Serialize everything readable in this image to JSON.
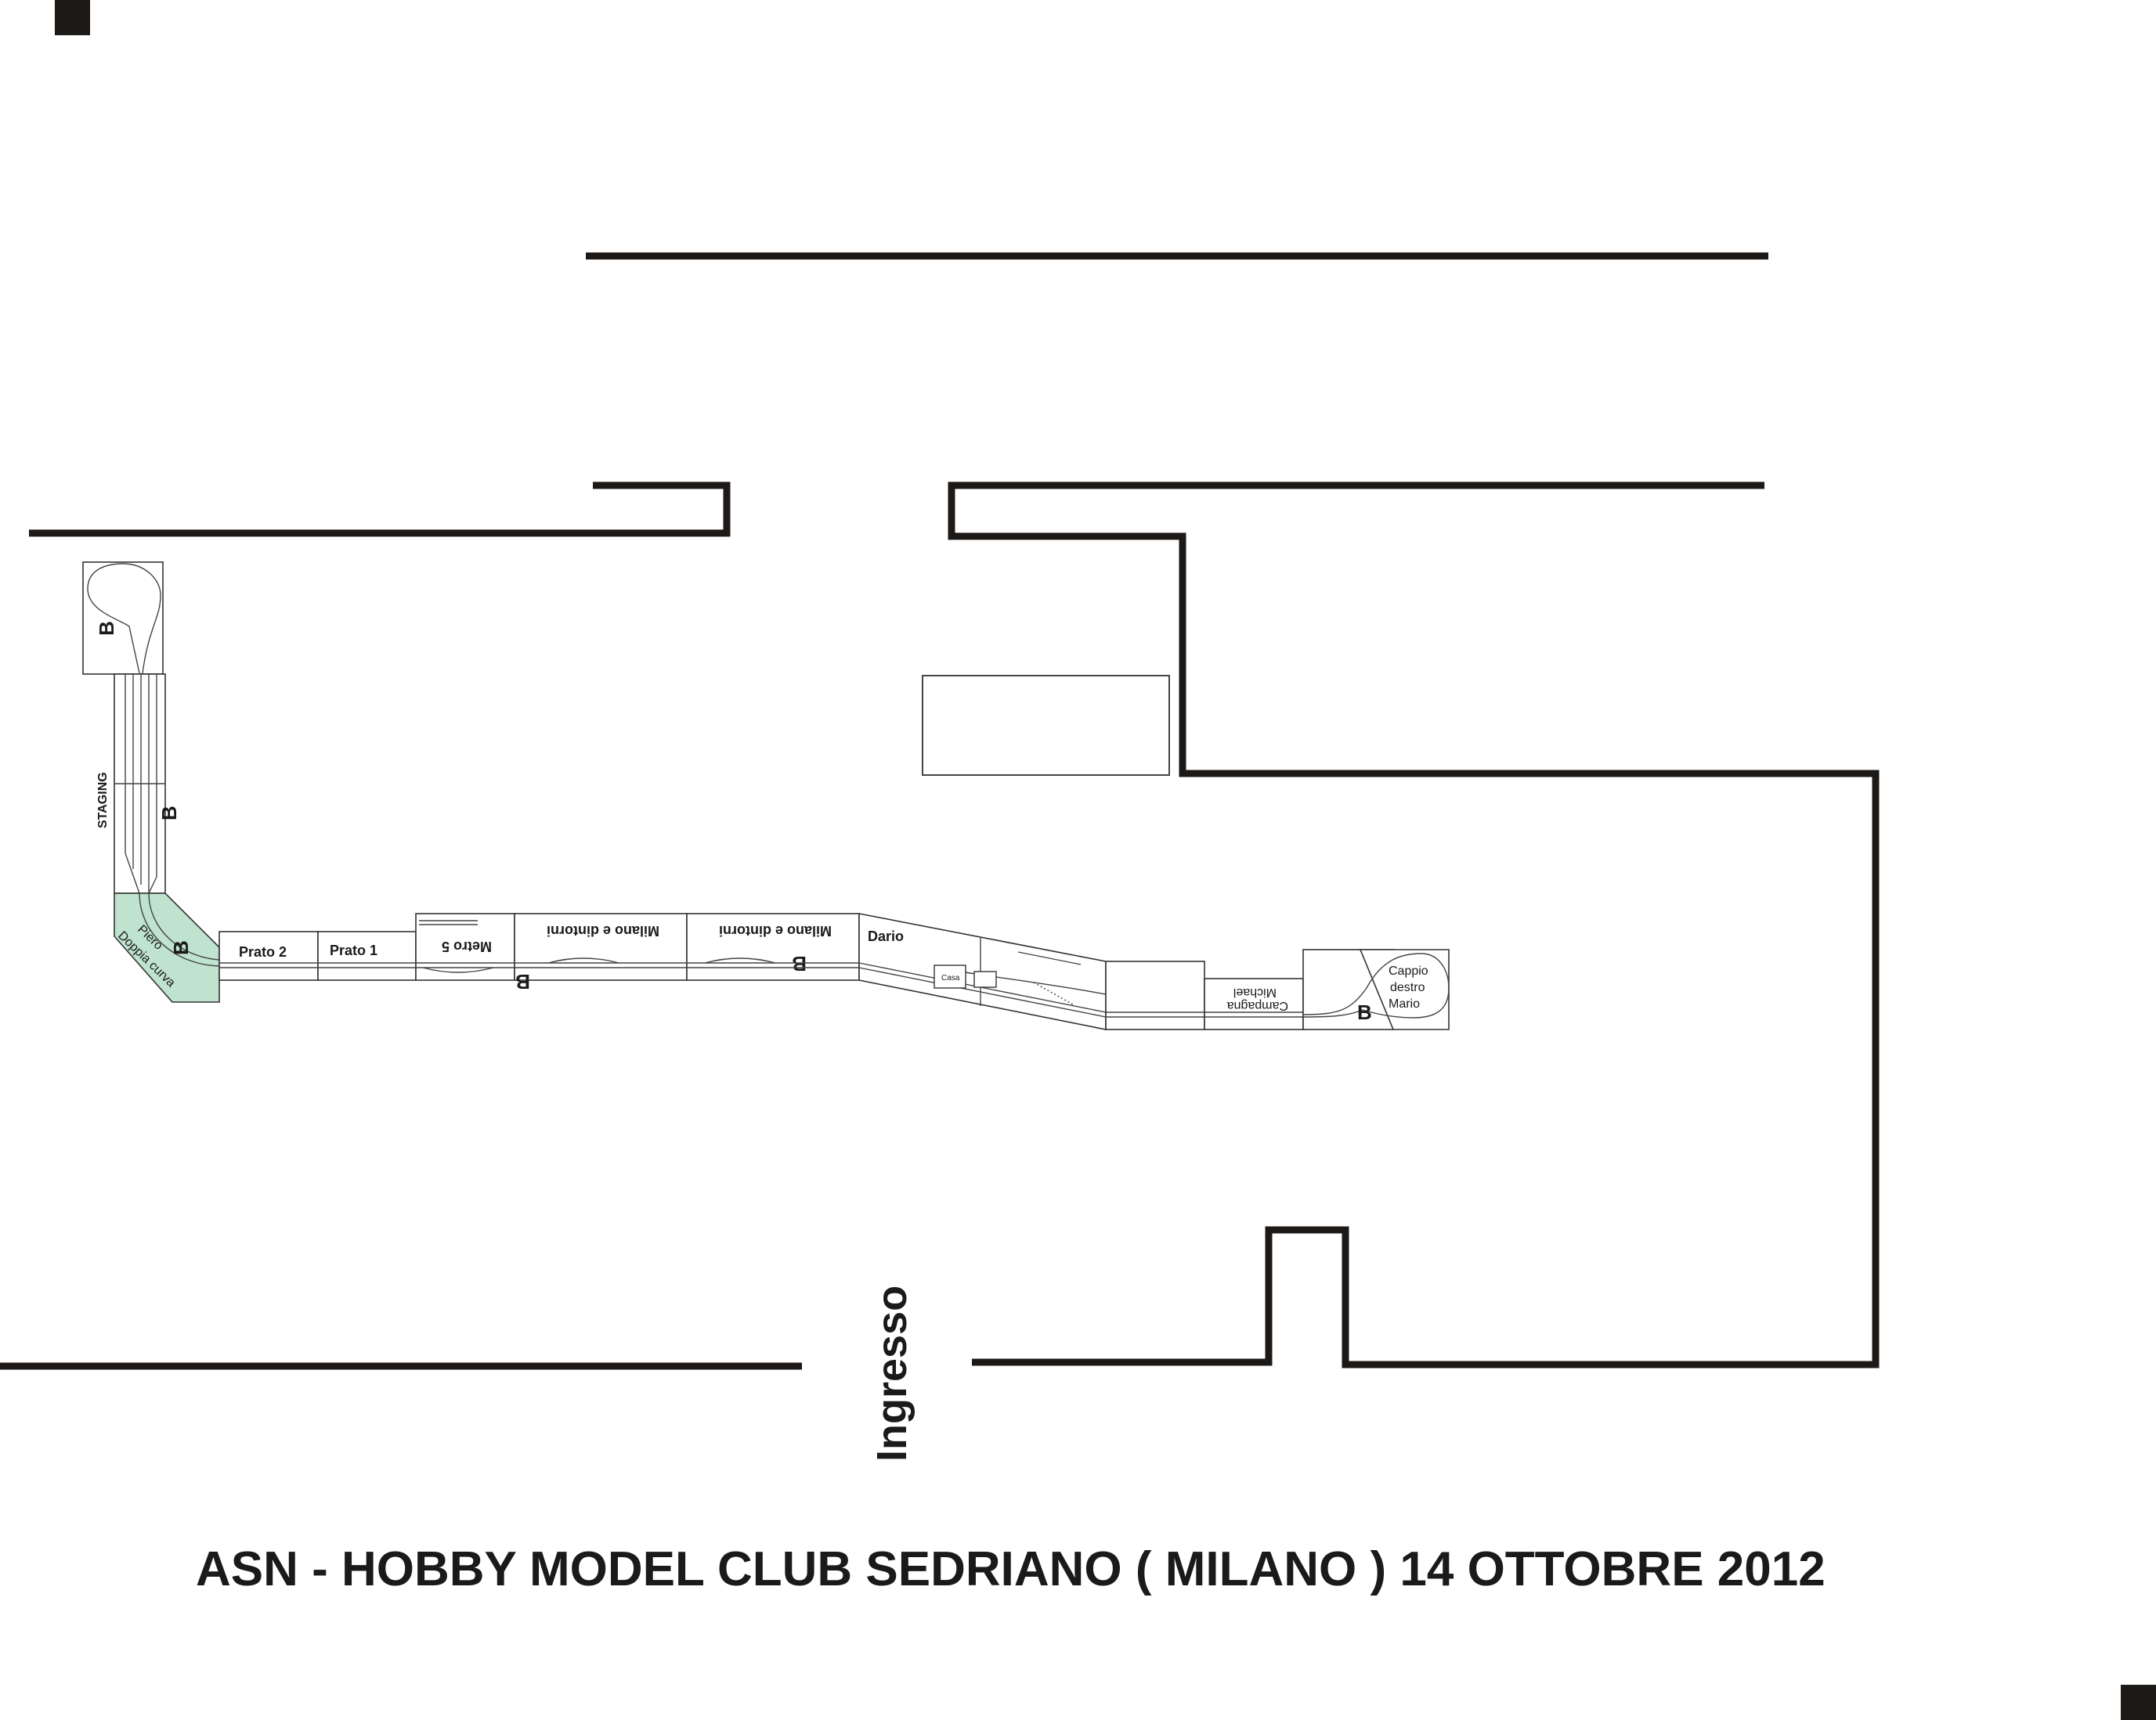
{
  "title": "ASN  -  HOBBY MODEL CLUB SEDRIANO ( MILANO )  14 OTTOBRE 2012",
  "entrance_label": "Ingresso",
  "modules": {
    "staging": "STAGING",
    "doppia_curva_line1": "Doppia curva",
    "doppia_curva_line2": "Piero",
    "prato2": "Prato 2",
    "prato1": "Prato 1",
    "metro5": "Metro 5",
    "milano1": "Milano e dintorni",
    "milano2": "Milano e dintorni",
    "dario": "Dario",
    "casa": "Casa",
    "campagna_line1": "Campagna",
    "campagna_line2": "Michael",
    "cappio_line1": "Cappio",
    "cappio_line2": "destro",
    "cappio_line3": "Mario"
  },
  "b_marker": "B",
  "colors": {
    "walls": "#1c1917",
    "doppia_curva_fill": "#bfe3cf",
    "module_outline": "#333333"
  }
}
